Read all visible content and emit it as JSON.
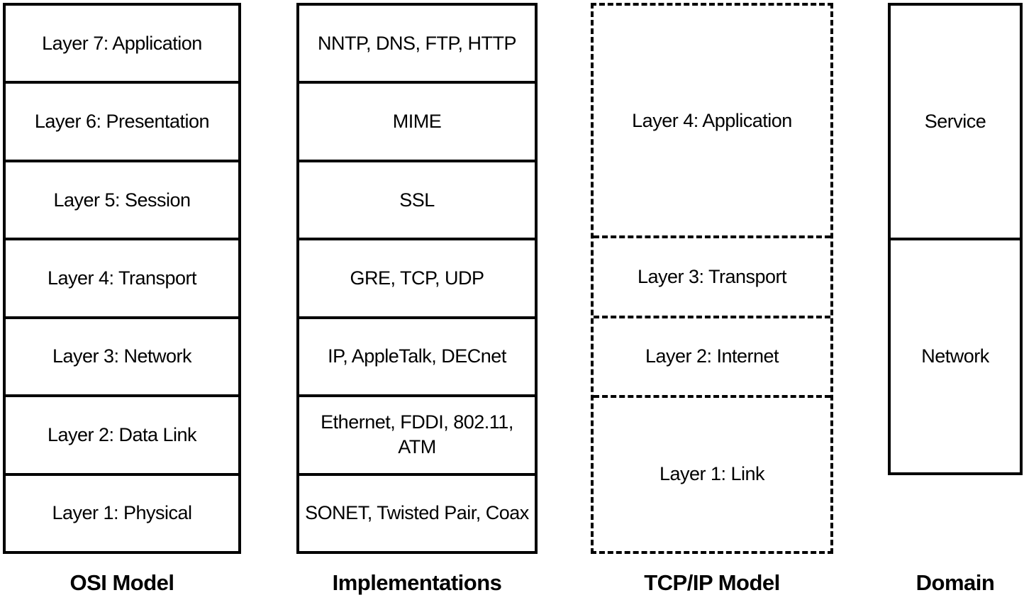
{
  "colors": {
    "line": "#000000",
    "background": "#ffffff",
    "text": "#000000"
  },
  "osi": {
    "label": "OSI Model",
    "rows": [
      "Layer 7: Application",
      "Layer 6: Presentation",
      "Layer 5: Session",
      "Layer 4: Transport",
      "Layer 3: Network",
      "Layer 2: Data Link",
      "Layer 1: Physical"
    ]
  },
  "implementations": {
    "label": "Implementations",
    "rows": [
      "NNTP, DNS, FTP, HTTP",
      "MIME",
      "SSL",
      "GRE, TCP, UDP",
      "IP, AppleTalk, DECnet",
      "Ethernet, FDDI, 802.11, ATM",
      "SONET, Twisted Pair, Coax"
    ]
  },
  "tcpip": {
    "label": "TCP/IP Model",
    "border_style": "dashed",
    "rows": [
      {
        "text": "Layer 4: Application",
        "span_osi_layers": 3
      },
      {
        "text": "Layer 3: Transport",
        "span_osi_layers": 1
      },
      {
        "text": "Layer 2: Internet",
        "span_osi_layers": 1
      },
      {
        "text": "Layer 1: Link",
        "span_osi_layers": 2
      }
    ]
  },
  "domain": {
    "label": "Domain",
    "rows": [
      {
        "text": "Service",
        "span_osi_layers": 3
      },
      {
        "text": "Network",
        "span_osi_layers": 3
      }
    ]
  }
}
